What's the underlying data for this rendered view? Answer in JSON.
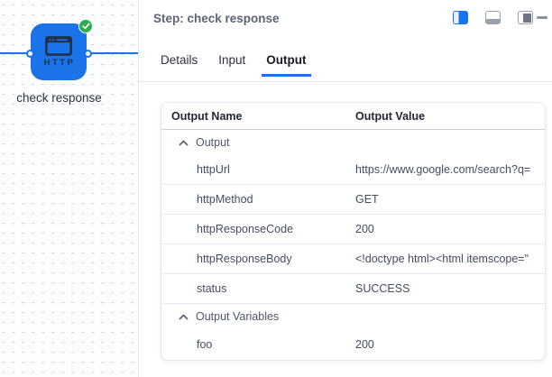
{
  "canvas": {
    "node": {
      "type_label": "HTTP",
      "name": "check response",
      "status": "success"
    }
  },
  "panel": {
    "title": "Step: check response",
    "controls": {
      "dock_left": "dock-left-active",
      "dock_bottom": "dock-bottom",
      "dock_right": "dock-right",
      "minimize": "minimize"
    },
    "tabs": [
      {
        "label": "Details",
        "active": false
      },
      {
        "label": "Input",
        "active": false
      },
      {
        "label": "Output",
        "active": true
      }
    ],
    "table": {
      "col_name": "Output Name",
      "col_value": "Output Value",
      "groups": [
        {
          "label": "Output",
          "collapsed": false,
          "rows": [
            {
              "name": "httpUrl",
              "value": "https://www.google.com/search?q="
            },
            {
              "name": "httpMethod",
              "value": "GET"
            },
            {
              "name": "httpResponseCode",
              "value": "200"
            },
            {
              "name": "httpResponseBody",
              "value": "<!doctype html><html itemscope=\""
            },
            {
              "name": "status",
              "value": "SUCCESS"
            }
          ]
        },
        {
          "label": "Output Variables",
          "collapsed": false,
          "rows": [
            {
              "name": "foo",
              "value": "200"
            }
          ]
        }
      ]
    }
  },
  "colors": {
    "accent_blue": "#1a73e8",
    "success_green": "#31aa52",
    "node_icon_dark": "#20304a"
  }
}
